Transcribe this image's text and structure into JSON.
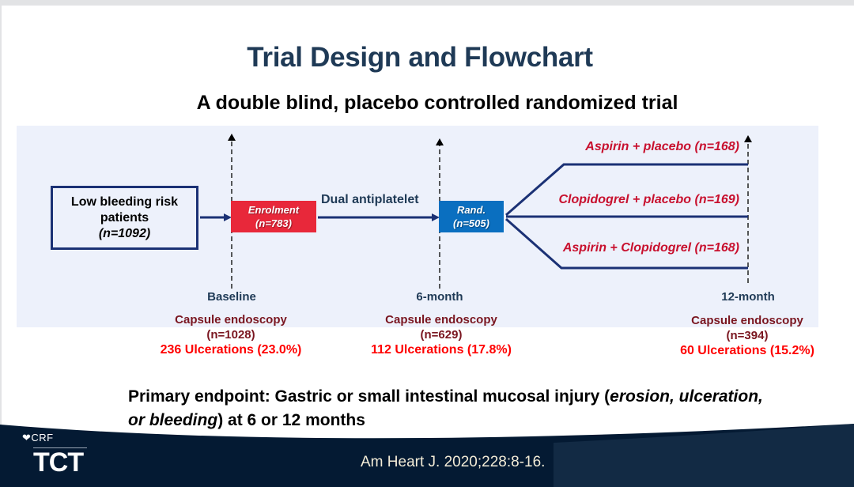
{
  "slide": {
    "title": "Trial Design and Flowchart",
    "subtitle": "A double blind, placebo controlled randomized trial"
  },
  "diagram": {
    "source": {
      "line1": "Low bleeding risk",
      "line2": "patients",
      "n": "(n=1092)"
    },
    "enrolment": {
      "label": "Enrolment",
      "n": "(n=783)"
    },
    "therapy_label": "Dual antiplatelet",
    "randomization": {
      "label": "Rand.",
      "n": "(n=505)"
    },
    "arms": [
      {
        "label": "Aspirin + placebo (n=168)"
      },
      {
        "label": "Clopidogrel + placebo (n=169)"
      },
      {
        "label": "Aspirin + Clopidogrel (n=168)"
      }
    ],
    "timepoints": [
      {
        "label": "Baseline",
        "exam": "Capsule endoscopy",
        "n": "(n=1028)",
        "ulcerations": "236 Ulcerations (23.0%)"
      },
      {
        "label": "6-month",
        "exam": "Capsule endoscopy",
        "n": "(n=629)",
        "ulcerations": "112 Ulcerations (17.8%)"
      },
      {
        "label": "12-month",
        "exam": "Capsule endoscopy",
        "n": "(n=394)",
        "ulcerations": "60 Ulcerations (15.2%)"
      }
    ],
    "colors": {
      "arrow": "#1b3175",
      "enrolment": "#e8283a",
      "randomization": "#0a6fc0",
      "arm_text": "#c8102e",
      "ulceration_text": "#ff0000"
    }
  },
  "endpoint": {
    "prefix": "Primary endpoint: Gastric or small intestinal mucosal injury (",
    "italic1": "erosion, ulceration, or bleeding",
    "suffix": ") at 6 or 12 months"
  },
  "footer": {
    "logo_top": "CRF",
    "logo_main": "TCT",
    "citation": "Am Heart J. 2020;228:8-16."
  }
}
